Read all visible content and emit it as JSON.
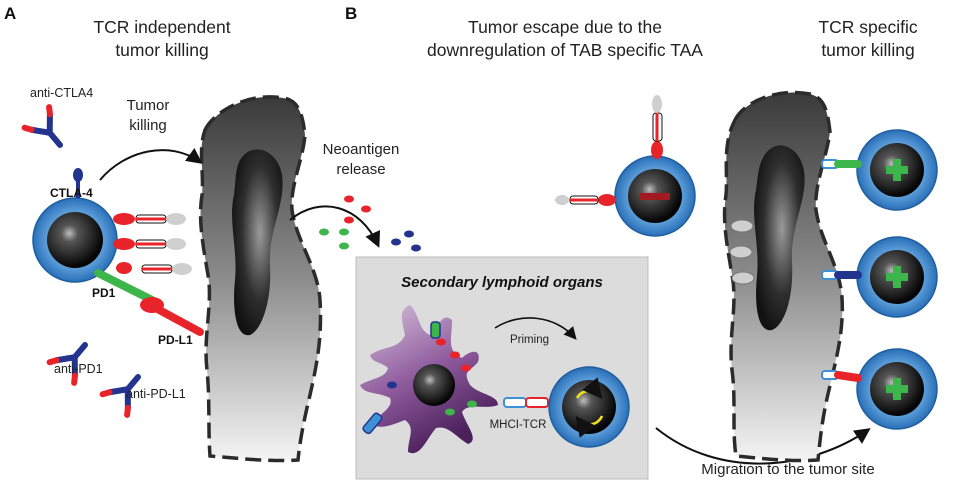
{
  "panels": {
    "a": {
      "letter": "A",
      "title_line1": "TCR independent",
      "title_line2": "tumor killing",
      "labels": {
        "anti_ctla4": "anti-CTLA4",
        "tumor_killing_1": "Tumor",
        "tumor_killing_2": "killing",
        "ctla4": "CTLA-4",
        "pd1": "PD1",
        "pdl1": "PD-L1",
        "anti_pd1": "anti-PD1",
        "anti_pdl1": "anti-PD-L1",
        "neoantigen_1": "Neoantigen",
        "neoantigen_2": "release"
      }
    },
    "b": {
      "letter": "B",
      "title_escape_line1": "Tumor escape due to the",
      "title_escape_line2": "downregulation of TAB specific TAA",
      "title_specific_line1": "TCR specific",
      "title_specific_line2": "tumor killing",
      "secondary_organs": "Secondary lymphoid organs",
      "priming": "Priming",
      "mhci_tcr": "MHCI-TCR",
      "migration": "Migration to the tumor site"
    }
  },
  "colors": {
    "tcell_ring": "#3d8fd6",
    "tcell_core": "#111111",
    "antibody": "#23348f",
    "red": "#e8232a",
    "green": "#3cb54a",
    "slo_box": "#dcdcdc",
    "dc_purple": "#7a4b87"
  },
  "icons": [
    "tumor-cell-icon",
    "t-cell-icon",
    "dendritic-cell-icon",
    "antibody-icon",
    "arrow-icon"
  ]
}
